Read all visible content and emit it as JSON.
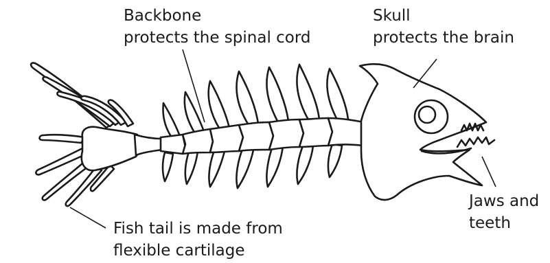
{
  "labels": {
    "backbone": {
      "title": "Backbone",
      "desc": "protects the spinal cord"
    },
    "skull": {
      "title": "Skull",
      "desc": "protects the brain"
    },
    "jaws": {
      "line1": "Jaws and",
      "line2": "teeth"
    },
    "tail": {
      "line1": "Fish tail is made from",
      "line2": "flexible cartilage"
    }
  },
  "colors": {
    "ink": "#1a1a1a",
    "background": "#ffffff"
  }
}
